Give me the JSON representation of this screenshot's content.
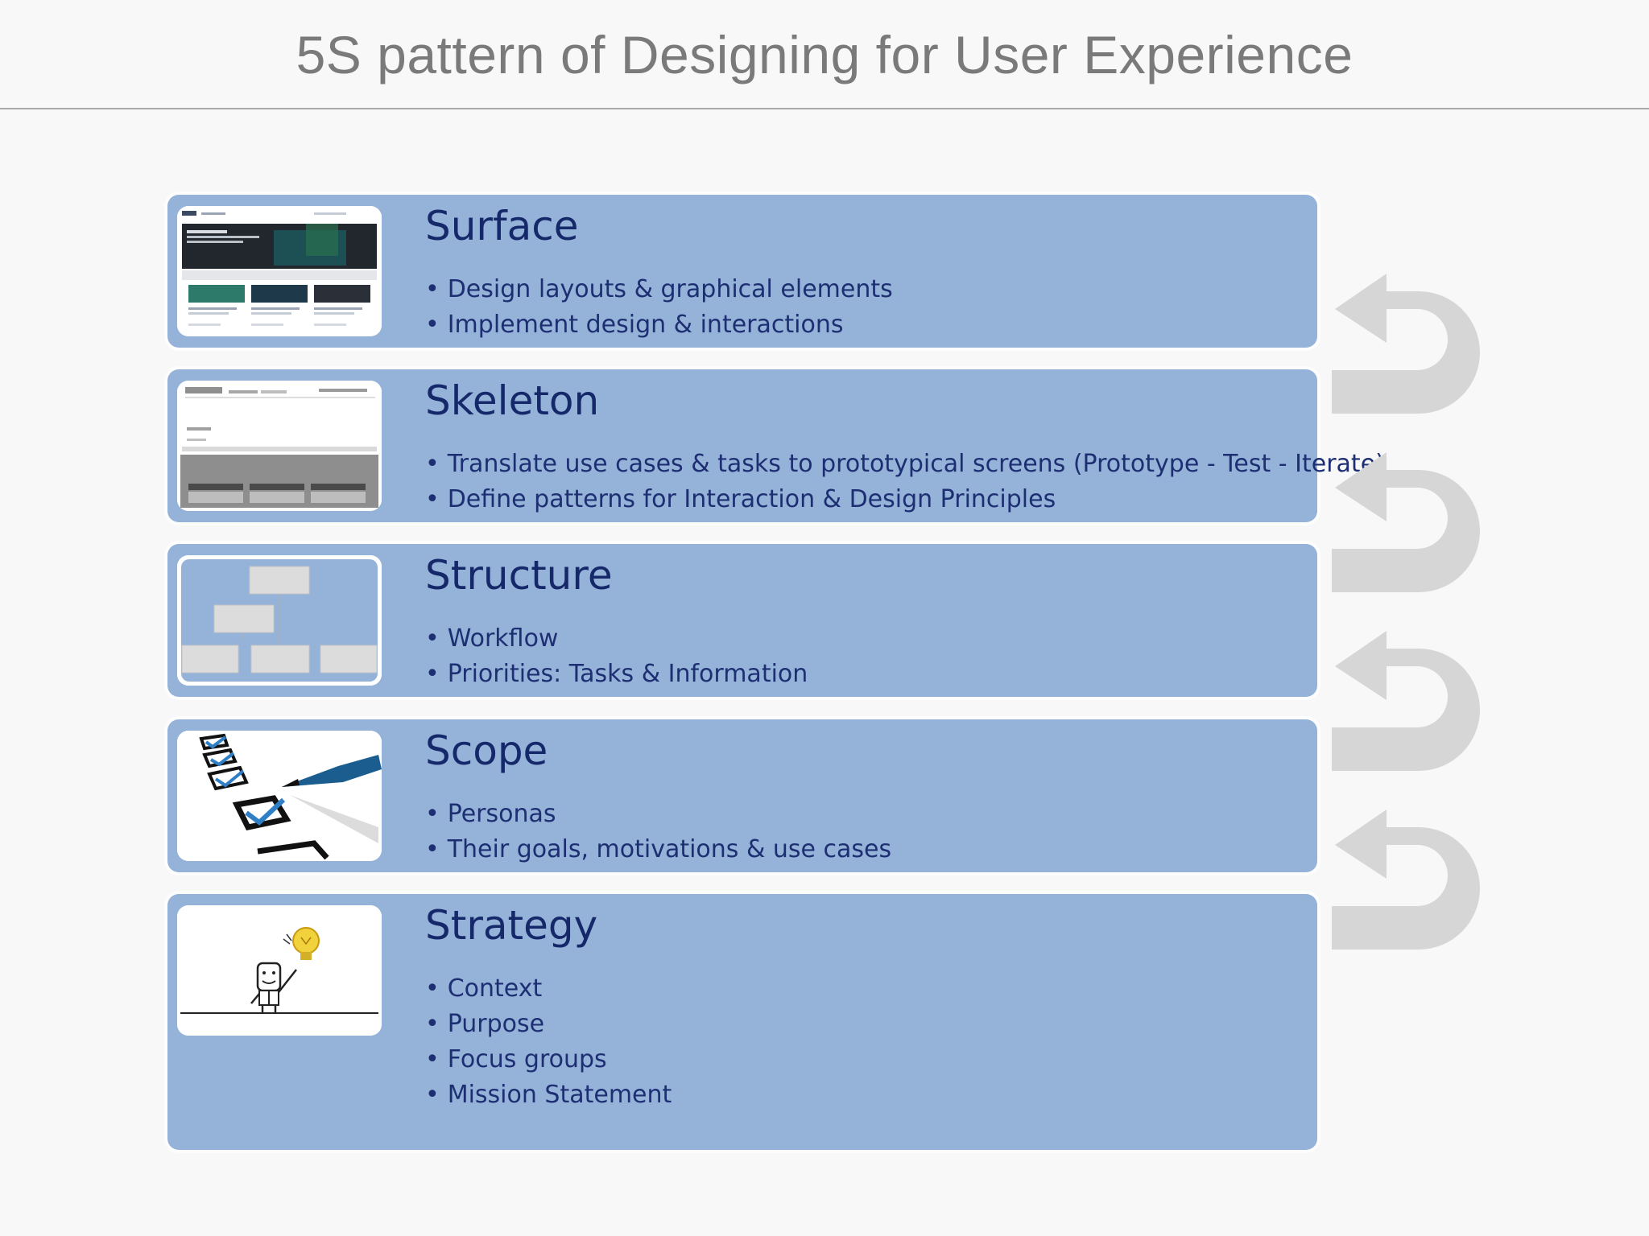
{
  "title": "5S pattern of Designing for User Experience",
  "colors": {
    "layer_fill": "#95b3d9",
    "text_navy": "#14286a",
    "title_gray": "#7a7a7a",
    "arrow_gray": "#d6d6d6"
  },
  "layers": [
    {
      "name": "Surface",
      "image": "website-screenshot-thumbnail",
      "bullets": [
        "Design layouts & graphical elements",
        "Implement design & interactions"
      ]
    },
    {
      "name": "Skeleton",
      "image": "wireframe-thumbnail",
      "bullets": [
        "Translate use cases & tasks to prototypical screens (Prototype - Test - Iterate)",
        "Define patterns for Interaction & Design Principles"
      ]
    },
    {
      "name": "Structure",
      "image": "hierarchy-chart-thumbnail",
      "bullets": [
        "Workflow",
        "Priorities: Tasks & Information"
      ]
    },
    {
      "name": "Scope",
      "image": "checklist-pen-icon",
      "bullets": [
        "Personas",
        "Their goals, motivations & use cases"
      ]
    },
    {
      "name": "Strategy",
      "image": "idea-lightbulb-person-icon",
      "bullets": [
        "Context",
        "Purpose",
        "Focus groups",
        "Mission Statement"
      ]
    }
  ],
  "arrows": [
    "u-turn-arrow-icon",
    "u-turn-arrow-icon",
    "u-turn-arrow-icon",
    "u-turn-arrow-icon"
  ]
}
